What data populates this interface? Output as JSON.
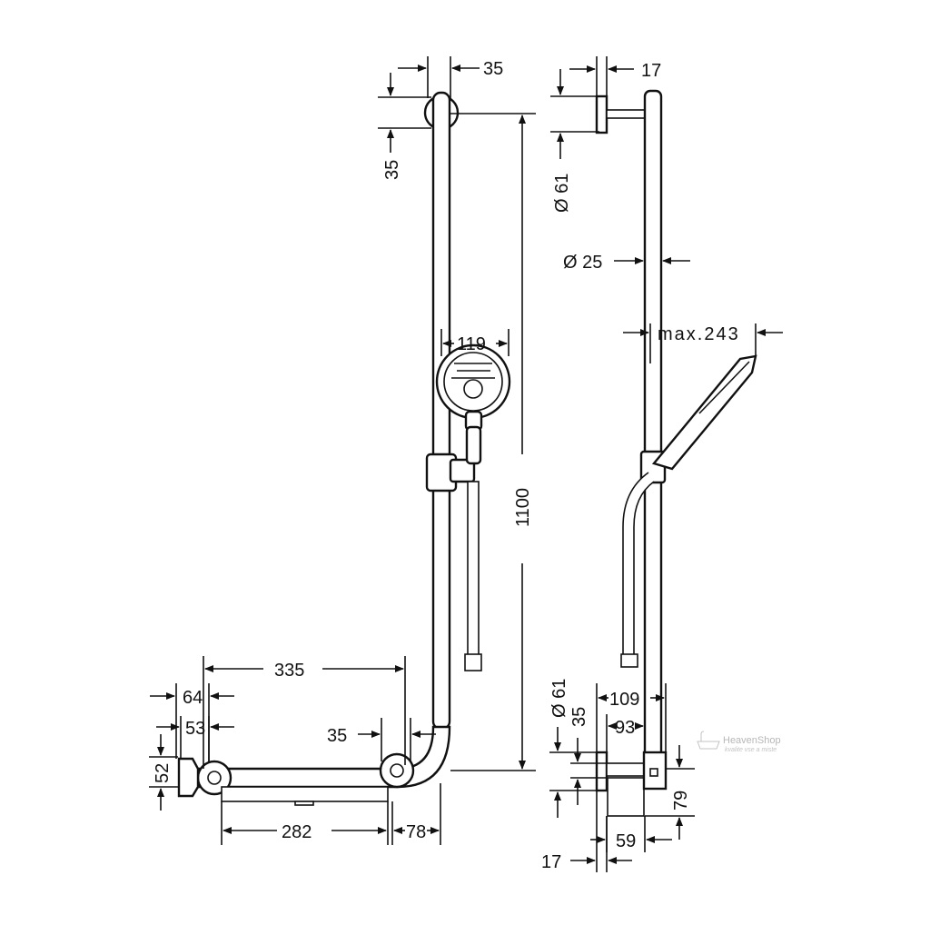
{
  "front_view": {
    "dims": {
      "d35_top_h": "35",
      "d35_top_v": "35",
      "d119": "119",
      "d1100": "1100",
      "d335": "335",
      "d64": "64",
      "d53": "53",
      "d35_grab": "35",
      "d52": "52",
      "d282": "282",
      "d78": "78"
    }
  },
  "side_view": {
    "dims": {
      "d17_top": "17",
      "phi61_top": "Ø 61",
      "phi25": "Ø 25",
      "max243": "max.243",
      "phi61_bot": "Ø 61",
      "d35_bot": "35",
      "d109": "109",
      "d93": "93",
      "d79": "79",
      "d59": "59",
      "d17_bot": "17"
    }
  },
  "watermark": {
    "brand": "HeavenShop",
    "tagline": "kvalite vse a miste"
  }
}
